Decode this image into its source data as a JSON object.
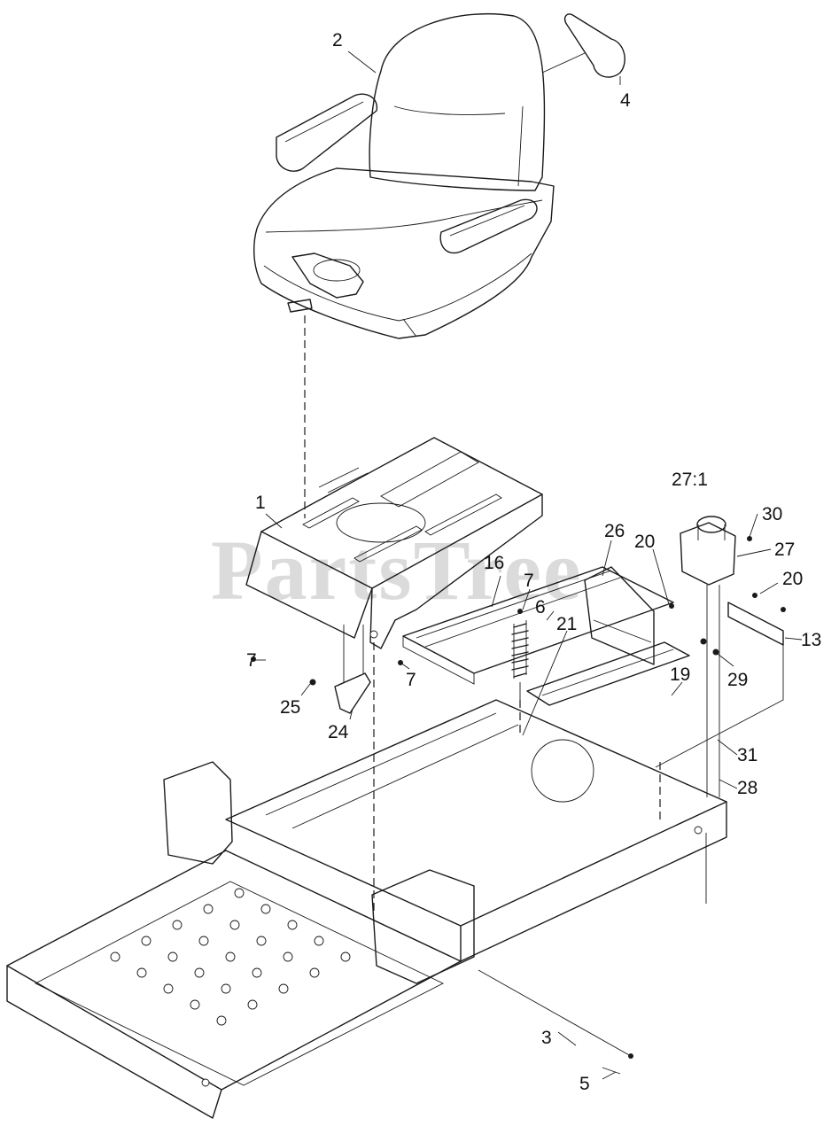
{
  "watermark": "PartsTree",
  "colors": {
    "line": "#1a1a1a",
    "watermark": "#d0d0d0",
    "background": "#ffffff"
  },
  "callouts": [
    {
      "id": "c2",
      "label": "2"
    },
    {
      "id": "c4",
      "label": "4"
    },
    {
      "id": "c1",
      "label": "1"
    },
    {
      "id": "c27-1",
      "label": "27:1"
    },
    {
      "id": "c30",
      "label": "30"
    },
    {
      "id": "c26",
      "label": "26"
    },
    {
      "id": "c20a",
      "label": "20"
    },
    {
      "id": "c27",
      "label": "27"
    },
    {
      "id": "c16",
      "label": "16"
    },
    {
      "id": "c7a",
      "label": "7"
    },
    {
      "id": "c20b",
      "label": "20"
    },
    {
      "id": "c6",
      "label": "6"
    },
    {
      "id": "c21",
      "label": "21"
    },
    {
      "id": "c13",
      "label": "13"
    },
    {
      "id": "c7b",
      "label": "7"
    },
    {
      "id": "c7c",
      "label": "7"
    },
    {
      "id": "c29",
      "label": "29"
    },
    {
      "id": "c25",
      "label": "25"
    },
    {
      "id": "c19",
      "label": "19"
    },
    {
      "id": "c24",
      "label": "24"
    },
    {
      "id": "c31",
      "label": "31"
    },
    {
      "id": "c28",
      "label": "28"
    },
    {
      "id": "c3",
      "label": "3"
    },
    {
      "id": "c5",
      "label": "5"
    }
  ]
}
